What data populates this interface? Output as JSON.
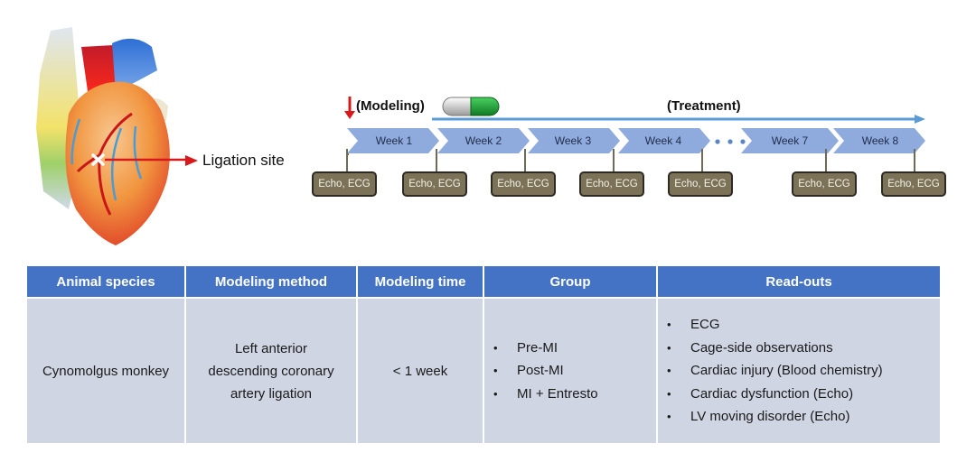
{
  "figure": {
    "ligation_label": "Ligation site",
    "timeline": {
      "modeling_label": "(Modeling)",
      "treatment_label": "(Treatment)",
      "weeks": [
        "Week 1",
        "Week 2",
        "Week 3",
        "Week 4",
        "Week 7",
        "Week 8"
      ],
      "ellipsis": "• • •",
      "checkpoint_label": "Echo, ECG",
      "checkpoints": [
        "Echo, ECG",
        "Echo, ECG",
        "Echo, ECG",
        "Echo, ECG",
        "Echo, ECG",
        "Echo, ECG",
        "Echo, ECG"
      ]
    },
    "colors": {
      "chevron": "#8faadc",
      "treatment_arrow": "#5b9bd5",
      "modeling_arrow": "#d7191c",
      "echo_box": "#7b7258",
      "table_header": "#4472c4",
      "table_body": "#cfd5e3",
      "pill_green": "#21a33a",
      "pill_white": "#e6e6e6"
    }
  },
  "table": {
    "headers": [
      "Animal species",
      "Modeling method",
      "Modeling time",
      "Group",
      "Read-outs"
    ],
    "row": {
      "species": "Cynomolgus monkey",
      "method_lines": [
        "Left anterior",
        "descending coronary",
        "artery ligation"
      ],
      "time": "< 1 week",
      "groups": [
        "Pre-MI",
        "Post-MI",
        "MI + Entresto"
      ],
      "readouts": [
        "ECG",
        "Cage-side observations",
        "Cardiac injury (Blood chemistry)",
        "Cardiac dysfunction (Echo)",
        "LV moving disorder (Echo)"
      ]
    }
  }
}
